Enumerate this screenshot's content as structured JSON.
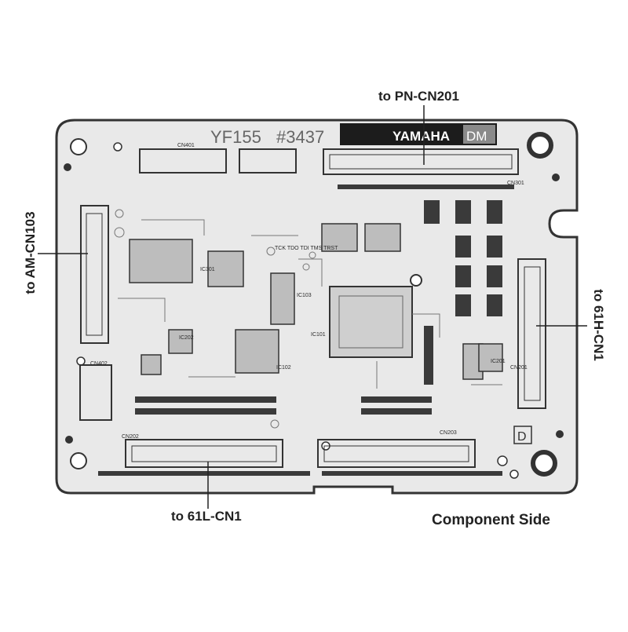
{
  "board": {
    "model_text": "YF155",
    "serial_text": "#3437",
    "brand": "YAMAHA",
    "brand_suffix": "DM",
    "side_label": "Component Side",
    "corner_letter": "D",
    "colors": {
      "board_fill": "#e9e9e9",
      "board_edge": "#333333",
      "trace": "#555555",
      "component_dark": "#3a3a3a",
      "component_mid": "#8a8a8a",
      "silk": "#2a2a2a"
    }
  },
  "connectors": {
    "top": "to PN-CN201",
    "left": "to AM-CN103",
    "right": "to 61H-CN1",
    "bottom": "to 61L-CN1"
  },
  "silk_labels": {
    "cn401": "CN401",
    "cn301": "CN301",
    "cn402": "CN402",
    "cn202": "CN202",
    "cn203": "CN203",
    "cn201": "CN201",
    "ic101": "IC101",
    "ic102": "IC102",
    "ic103": "IC103",
    "ic201": "IC201",
    "ic202": "IC202",
    "ic301": "IC301",
    "jtag": "TCK TDO TDI TMS TRST"
  }
}
